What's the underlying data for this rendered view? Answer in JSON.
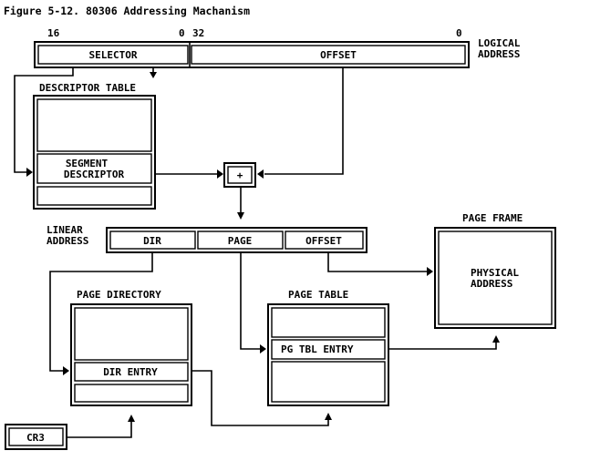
{
  "figure": {
    "title": "Figure 5-12.  80306 Addressing Machanism"
  },
  "logical_address": {
    "label_line1": "LOGICAL",
    "label_line2": "ADDRESS",
    "selector": {
      "label": "SELECTOR",
      "bit_high": "16",
      "bit_low": "0"
    },
    "offset": {
      "label": "OFFSET",
      "bit_high": "32",
      "bit_low": "0"
    }
  },
  "descriptor_table": {
    "title": "DESCRIPTOR TABLE",
    "entry_line1": "SEGMENT",
    "entry_line2": "DESCRIPTOR"
  },
  "adder": {
    "symbol": "+"
  },
  "linear_address": {
    "label_line1": "LINEAR",
    "label_line2": "ADDRESS",
    "fields": [
      "DIR",
      "PAGE",
      "OFFSET"
    ]
  },
  "page_frame": {
    "title": "PAGE FRAME",
    "content_line1": "PHYSICAL",
    "content_line2": "ADDRESS"
  },
  "page_directory": {
    "title": "PAGE DIRECTORY",
    "entry": "DIR ENTRY"
  },
  "page_table": {
    "title": "PAGE TABLE",
    "entry": "PG TBL ENTRY"
  },
  "cr3": {
    "label": "CR3"
  }
}
